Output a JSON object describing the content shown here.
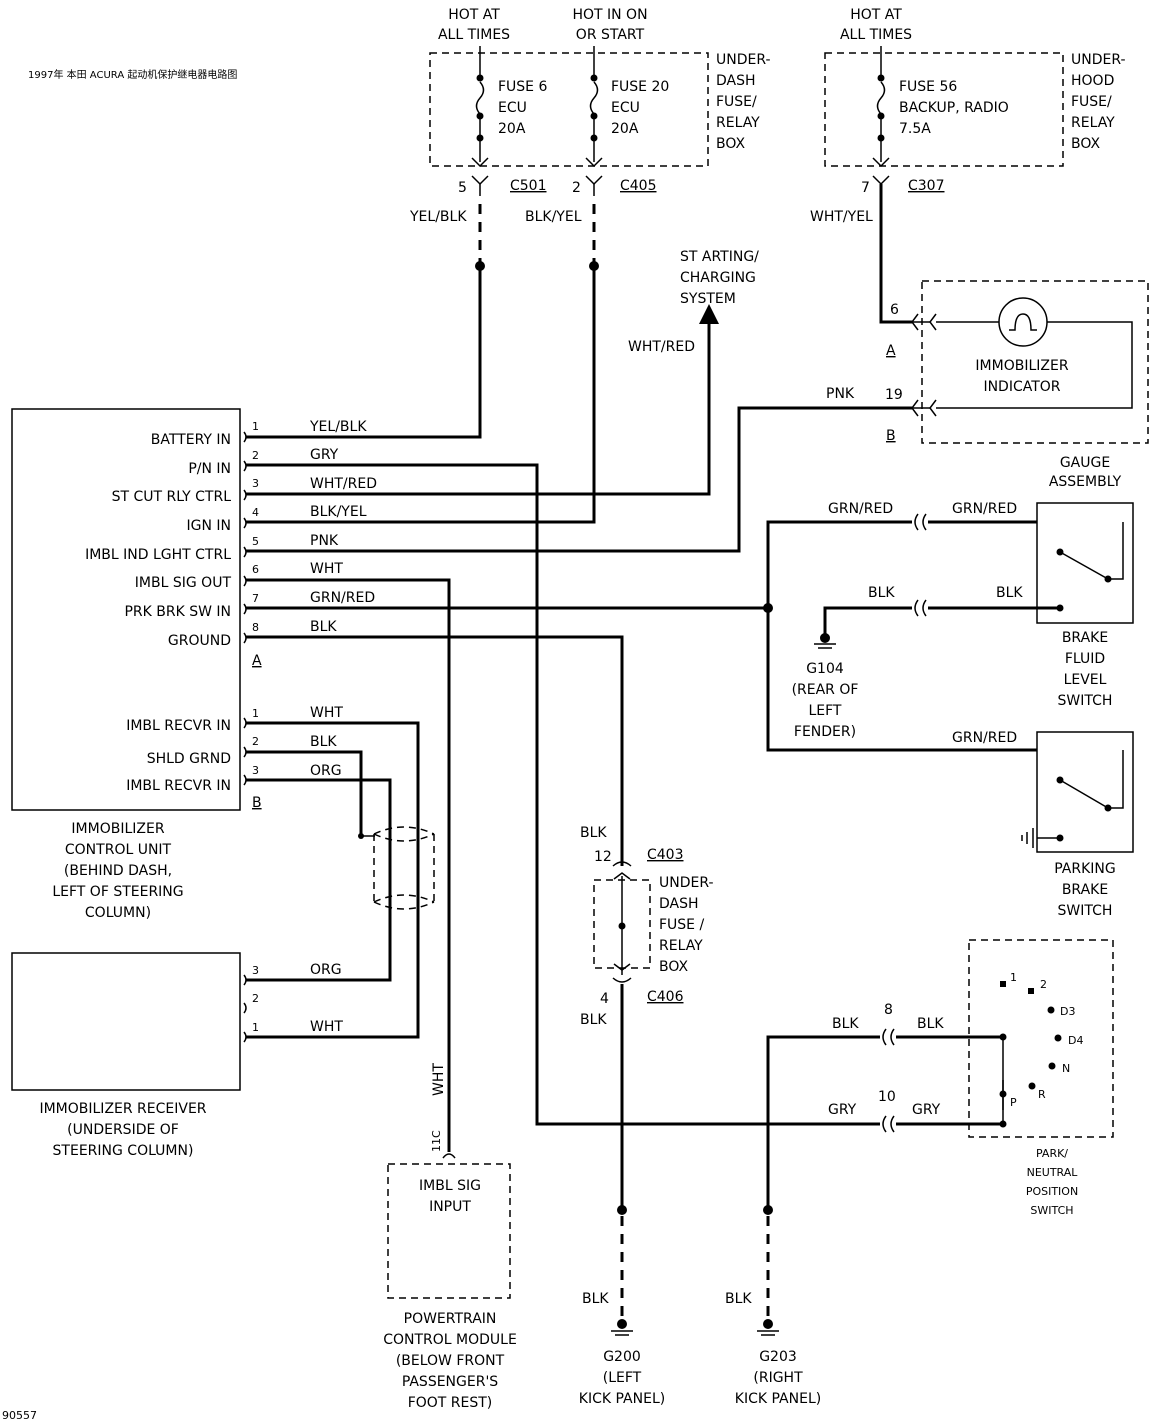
{
  "title": "1997年 本田 ACURA 起动机保护继电器电路图",
  "figure_code": "90557",
  "power": {
    "hot_always_1": [
      "HOT AT",
      "ALL TIMES"
    ],
    "hot_on_start": [
      "HOT IN ON",
      "OR START"
    ],
    "hot_always_2": [
      "HOT AT",
      "ALL TIMES"
    ],
    "fuse6": [
      "FUSE 6",
      "ECU",
      "20A"
    ],
    "fuse20": [
      "FUSE 20",
      "ECU",
      "20A"
    ],
    "fuse56": [
      "FUSE 56",
      "BACKUP, RADIO",
      "7.5A"
    ],
    "underdash_box": [
      "UNDER-",
      "DASH",
      "FUSE/",
      "RELAY",
      "BOX"
    ],
    "underhood_box": [
      "UNDER-",
      "HOOD",
      "FUSE/",
      "RELAY",
      "BOX"
    ],
    "pin5": "5",
    "c501": "C501",
    "pin2": "2",
    "c405": "C405",
    "pin7": "7",
    "c307": "C307",
    "yel_blk": "YEL/BLK",
    "blk_yel": "BLK/YEL",
    "wht_yel": "WHT/YEL"
  },
  "starting": {
    "label": [
      "ST ARTING/",
      "CHARGING",
      "SYSTEM"
    ],
    "wire": "WHT/RED"
  },
  "indicator": {
    "pin6": "6",
    "conn_a": "A",
    "pin19": "19",
    "conn_b": "B",
    "pnk": "PNK",
    "label": [
      "IMMOBILIZER",
      "INDICATOR"
    ]
  },
  "control_unit": {
    "pins_a": [
      {
        "pin": "1",
        "name": "BATTERY IN",
        "wire": "YEL/BLK"
      },
      {
        "pin": "2",
        "name": "P/N IN",
        "wire": "GRY"
      },
      {
        "pin": "3",
        "name": "ST CUT RLY CTRL",
        "wire": "WHT/RED"
      },
      {
        "pin": "4",
        "name": "IGN IN",
        "wire": "BLK/YEL"
      },
      {
        "pin": "5",
        "name": "IMBL IND LGHT CTRL",
        "wire": "PNK"
      },
      {
        "pin": "6",
        "name": "IMBL SIG OUT",
        "wire": "WHT"
      },
      {
        "pin": "7",
        "name": "PRK BRK SW IN",
        "wire": "GRN/RED"
      },
      {
        "pin": "8",
        "name": "GROUND",
        "wire": "BLK"
      }
    ],
    "conn_a": "A",
    "pins_b": [
      {
        "pin": "1",
        "name": "IMBL RECVR IN",
        "wire": "WHT"
      },
      {
        "pin": "2",
        "name": "SHLD GRND",
        "wire": "BLK"
      },
      {
        "pin": "3",
        "name": "IMBL RECVR IN",
        "wire": "ORG"
      }
    ],
    "conn_b": "B",
    "label": [
      "IMMOBILIZER",
      "CONTROL UNIT",
      "(BEHIND DASH,",
      "LEFT OF STEERING",
      "COLUMN)"
    ]
  },
  "receiver": {
    "pins": [
      {
        "pin": "3",
        "wire": "ORG"
      },
      {
        "pin": "2",
        "wire": ""
      },
      {
        "pin": "1",
        "wire": "WHT"
      }
    ],
    "label": [
      "IMMOBILIZER RECEIVER",
      "(UNDERSIDE OF",
      "STEERING COLUMN)"
    ]
  },
  "pcm": {
    "wire": "WHT",
    "pin": "11C",
    "box": [
      "IMBL SIG",
      "INPUT"
    ],
    "label": [
      "POWERTRAIN",
      "CONTROL MODULE",
      "(BELOW FRONT",
      "PASSENGER'S",
      "FOOT REST)"
    ]
  },
  "gauge": {
    "label": [
      "GAUGE",
      "ASSEMBLY"
    ],
    "grn_red_1": "GRN/RED",
    "grn_red_2": "GRN/RED",
    "grn_red_3": "GRN/RED",
    "blk_1": "BLK",
    "blk_2": "BLK",
    "brake_fluid": [
      "BRAKE",
      "FLUID",
      "LEVEL",
      "SWITCH"
    ],
    "g104": [
      "G104",
      "(REAR OF",
      "LEFT",
      "FENDER)"
    ],
    "parking_brake": [
      "PARKING",
      "BRAKE",
      "SWITCH"
    ]
  },
  "c403": {
    "blk_top": "BLK",
    "pin12": "12",
    "c403": "C403",
    "box": [
      "UNDER-",
      "DASH",
      "FUSE /",
      "RELAY",
      "BOX"
    ],
    "pin4": "4",
    "blk_bottom": "BLK",
    "c406": "C406"
  },
  "pnp": {
    "pin8": "8",
    "pin10": "10",
    "blk_l": "BLK",
    "blk_r": "BLK",
    "gry_l": "GRY",
    "gry_r": "GRY",
    "positions": [
      "1",
      "2",
      "D3",
      "D4",
      "N",
      "R",
      "P"
    ],
    "label": [
      "PARK/",
      "NEUTRAL",
      "POSITION",
      "SWITCH"
    ]
  },
  "grounds": {
    "g200_wire": "BLK",
    "g200": [
      "G200",
      "(LEFT",
      "KICK PANEL)"
    ],
    "g203_wire": "BLK",
    "g203": [
      "G203",
      "(RIGHT",
      "KICK PANEL)"
    ]
  }
}
